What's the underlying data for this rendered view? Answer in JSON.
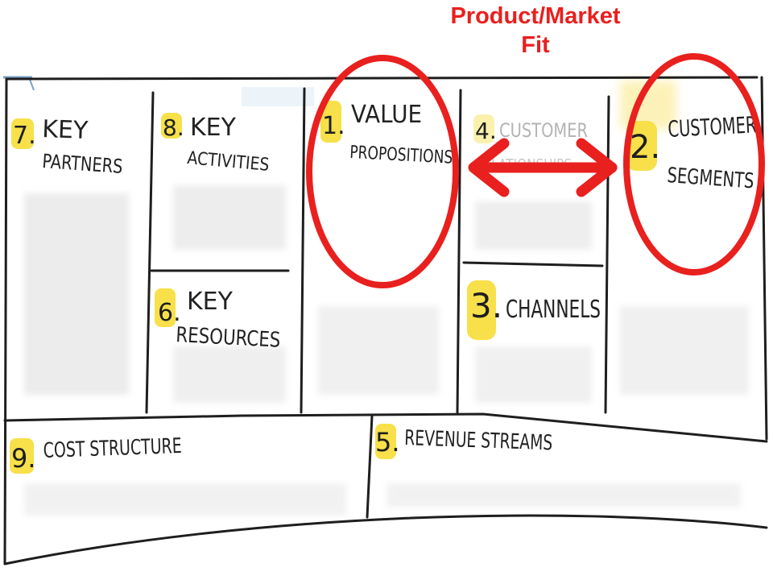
{
  "title": {
    "line1": "Product/Market",
    "line2": "Fit"
  },
  "blocks": {
    "key_partners": {
      "number": "7.",
      "line1": "KEY",
      "line2": "PARTNERS"
    },
    "key_activities": {
      "number": "8.",
      "line1": "KEY",
      "line2": "ACTIVITIES"
    },
    "value_props": {
      "number": "1.",
      "line1": "VALUE",
      "line2": "PROPOSITIONS"
    },
    "customer_rel": {
      "number": "4.",
      "line1": "CUSTOMER",
      "line2": "RELATIONSHIPS"
    },
    "customer_seg": {
      "number": "2.",
      "line1": "CUSTOMER",
      "line2": "SEGMENTS"
    },
    "key_resources": {
      "number": "6.",
      "line1": "KEY",
      "line2": "RESOURCES"
    },
    "channels": {
      "number": "3.",
      "line1": "CHANNELS"
    },
    "cost_structure": {
      "number": "9.",
      "line1": "COST STRUCTURE"
    },
    "revenue_streams": {
      "number": "5.",
      "line1": "REVENUE STREAMS"
    }
  },
  "colors": {
    "accent_red": "#e8201e",
    "highlight_yellow": "#f7e04a",
    "ink": "#222222"
  }
}
